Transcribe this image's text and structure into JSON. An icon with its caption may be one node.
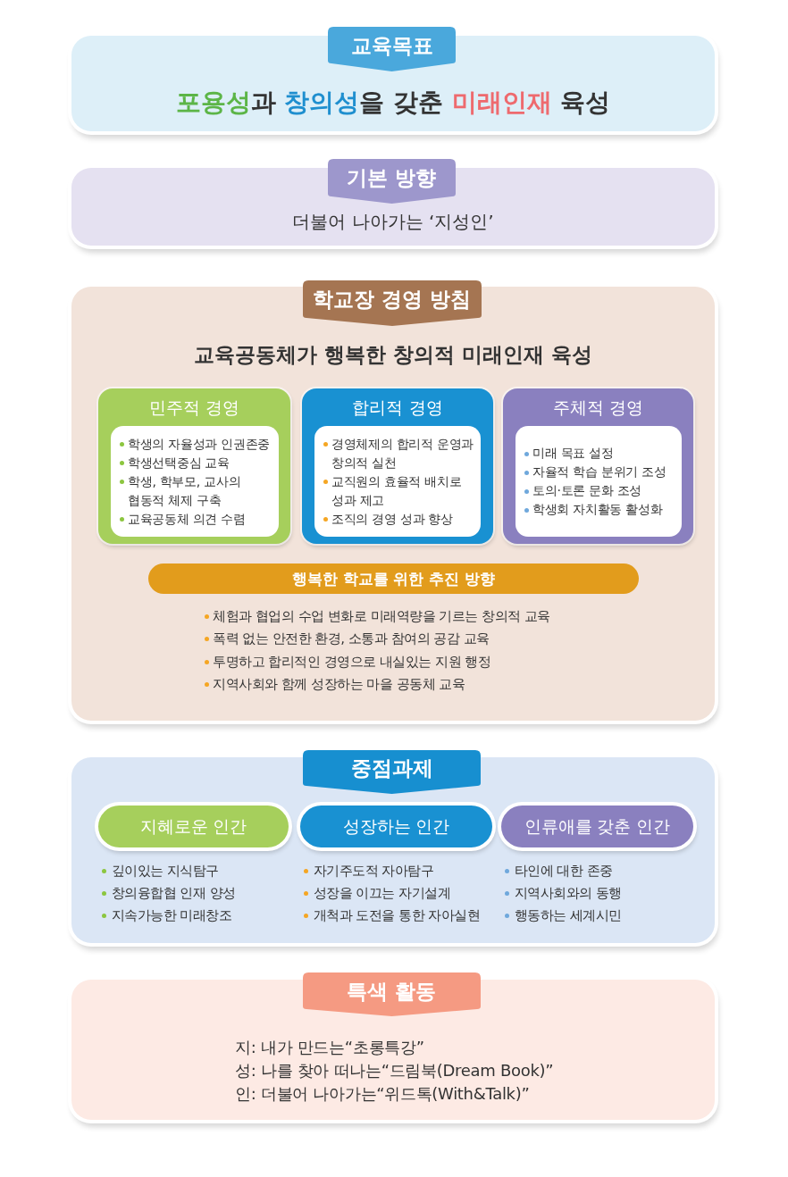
{
  "diagram": {
    "nodes": [
      {
        "text": [
          "교육목표"
        ]
      },
      {
        "text": [
          "**포용성**과 **창의성**을 갖춘 **미래인재** 육성"
        ]
      },
      {
        "text": [
          "기본 방향"
        ]
      },
      {
        "text": [
          "더불어 나아가는 ‘지성인’"
        ]
      },
      {
        "text": [
          "학교장 경영 방침"
        ]
      },
      {
        "text": [
          "교육공동체가 행복한 창의적 미래인재 육성"
        ]
      },
      {
        "text": [
          "민주적 경영"
        ],
        "in": 5
      },
      {
        "text": [
          "학생의 자율성과 인권존중",
          "학생선택중심 교육",
          "학생, 학부모, 교사의 협동적 체제 구축",
          "교육공동체 의견 수렴"
        ],
        "in": 6
      },
      {
        "text": [
          "합리적 경영"
        ],
        "in": 5
      },
      {
        "text": [
          "경영체제의 합리적 운영과 창의적 실천",
          "교직원의 효율적 배치로 성과 제고",
          "조직의 경영 성과 향상"
        ],
        "in": 8
      },
      {
        "text": [
          "주체적 경영"
        ],
        "in": 5
      },
      {
        "text": [
          "미래 목표 설정",
          "자율적 학습 분위기 조성",
          "토의·토론 문화 조성",
          "학생회 자치활동 활성화"
        ],
        "in": 10
      },
      {
        "text": [
          "행복한 학교를 위한 추진 방향"
        ],
        "in": 5,
        "beside": [
          "체험과 협업의 수업 변화로 미래역량을 기르는 창의적 교육",
          "폭력 없는 안전한 환경, 소통과 참여의 공감 교육",
          "투명하고 합리적인 경영으로 내실있는 지원 행정",
          "지역사회와 함께 성장하는 마을 공동체 교육"
        ]
      },
      {
        "text": [
          "중점과제"
        ]
      },
      {
        "text": [],
        "shape": "box"
      },
      {
        "text": [
          "지혜로운 인간"
        ],
        "in": 14,
        "beside": [
          "깊이있는 지식탐구",
          "창의융합협 인재 양성",
          "지속가능한 미래창조"
        ]
      },
      {
        "text": [
          "성장하는 인간"
        ],
        "in": 14,
        "beside": [
          "자기주도적 자아탐구",
          "성장을 이끄는 자기설계",
          "개척과 도전을 통한 자아실현"
        ]
      },
      {
        "text": [
          "인류애를 갖춘 인간"
        ],
        "in": 14,
        "beside": [
          "타인에 대한 존중",
          "지역사회와의 동행",
          "행동하는 세계시민"
        ]
      },
      {
        "text": [
          "특색 활동"
        ]
      },
      {
        "text": [
          "지: 내가 만드는“초롱특강”",
          "성: 나를 찾아 떠나는“드림북(Dream Book)”",
          "인: 더불어 나아가는“위드톡(With&Talk)”"
        ]
      }
    ]
  }
}
